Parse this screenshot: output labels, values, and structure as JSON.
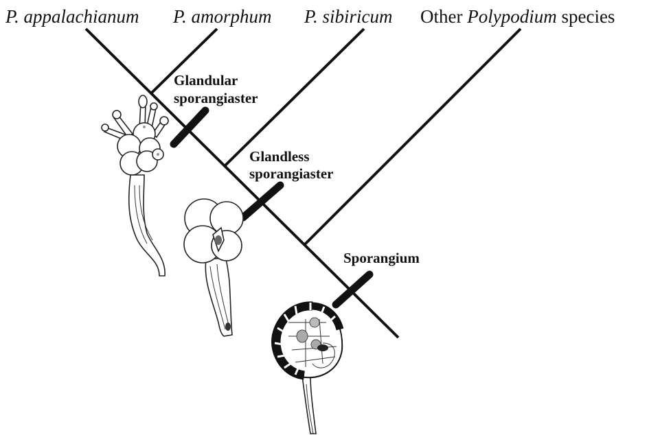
{
  "taxa": [
    {
      "prefix": "",
      "italic": "P. appalachianum",
      "suffix": ""
    },
    {
      "prefix": "",
      "italic": "P. amorphum",
      "suffix": ""
    },
    {
      "prefix": "",
      "italic": "P. sibiricum",
      "suffix": ""
    },
    {
      "prefix": "Other ",
      "italic": "Polypodium",
      "suffix": " species"
    }
  ],
  "characters": {
    "glandular": [
      "Glandular",
      "sporangiaster"
    ],
    "glandless": [
      "Glandless",
      "sporangiaster"
    ],
    "sporangium": "Sporangium"
  },
  "illustrations": [
    {
      "name": "glandular-sporangiaster-drawing"
    },
    {
      "name": "glandless-sporangiaster-drawing"
    },
    {
      "name": "sporangium-drawing"
    }
  ]
}
